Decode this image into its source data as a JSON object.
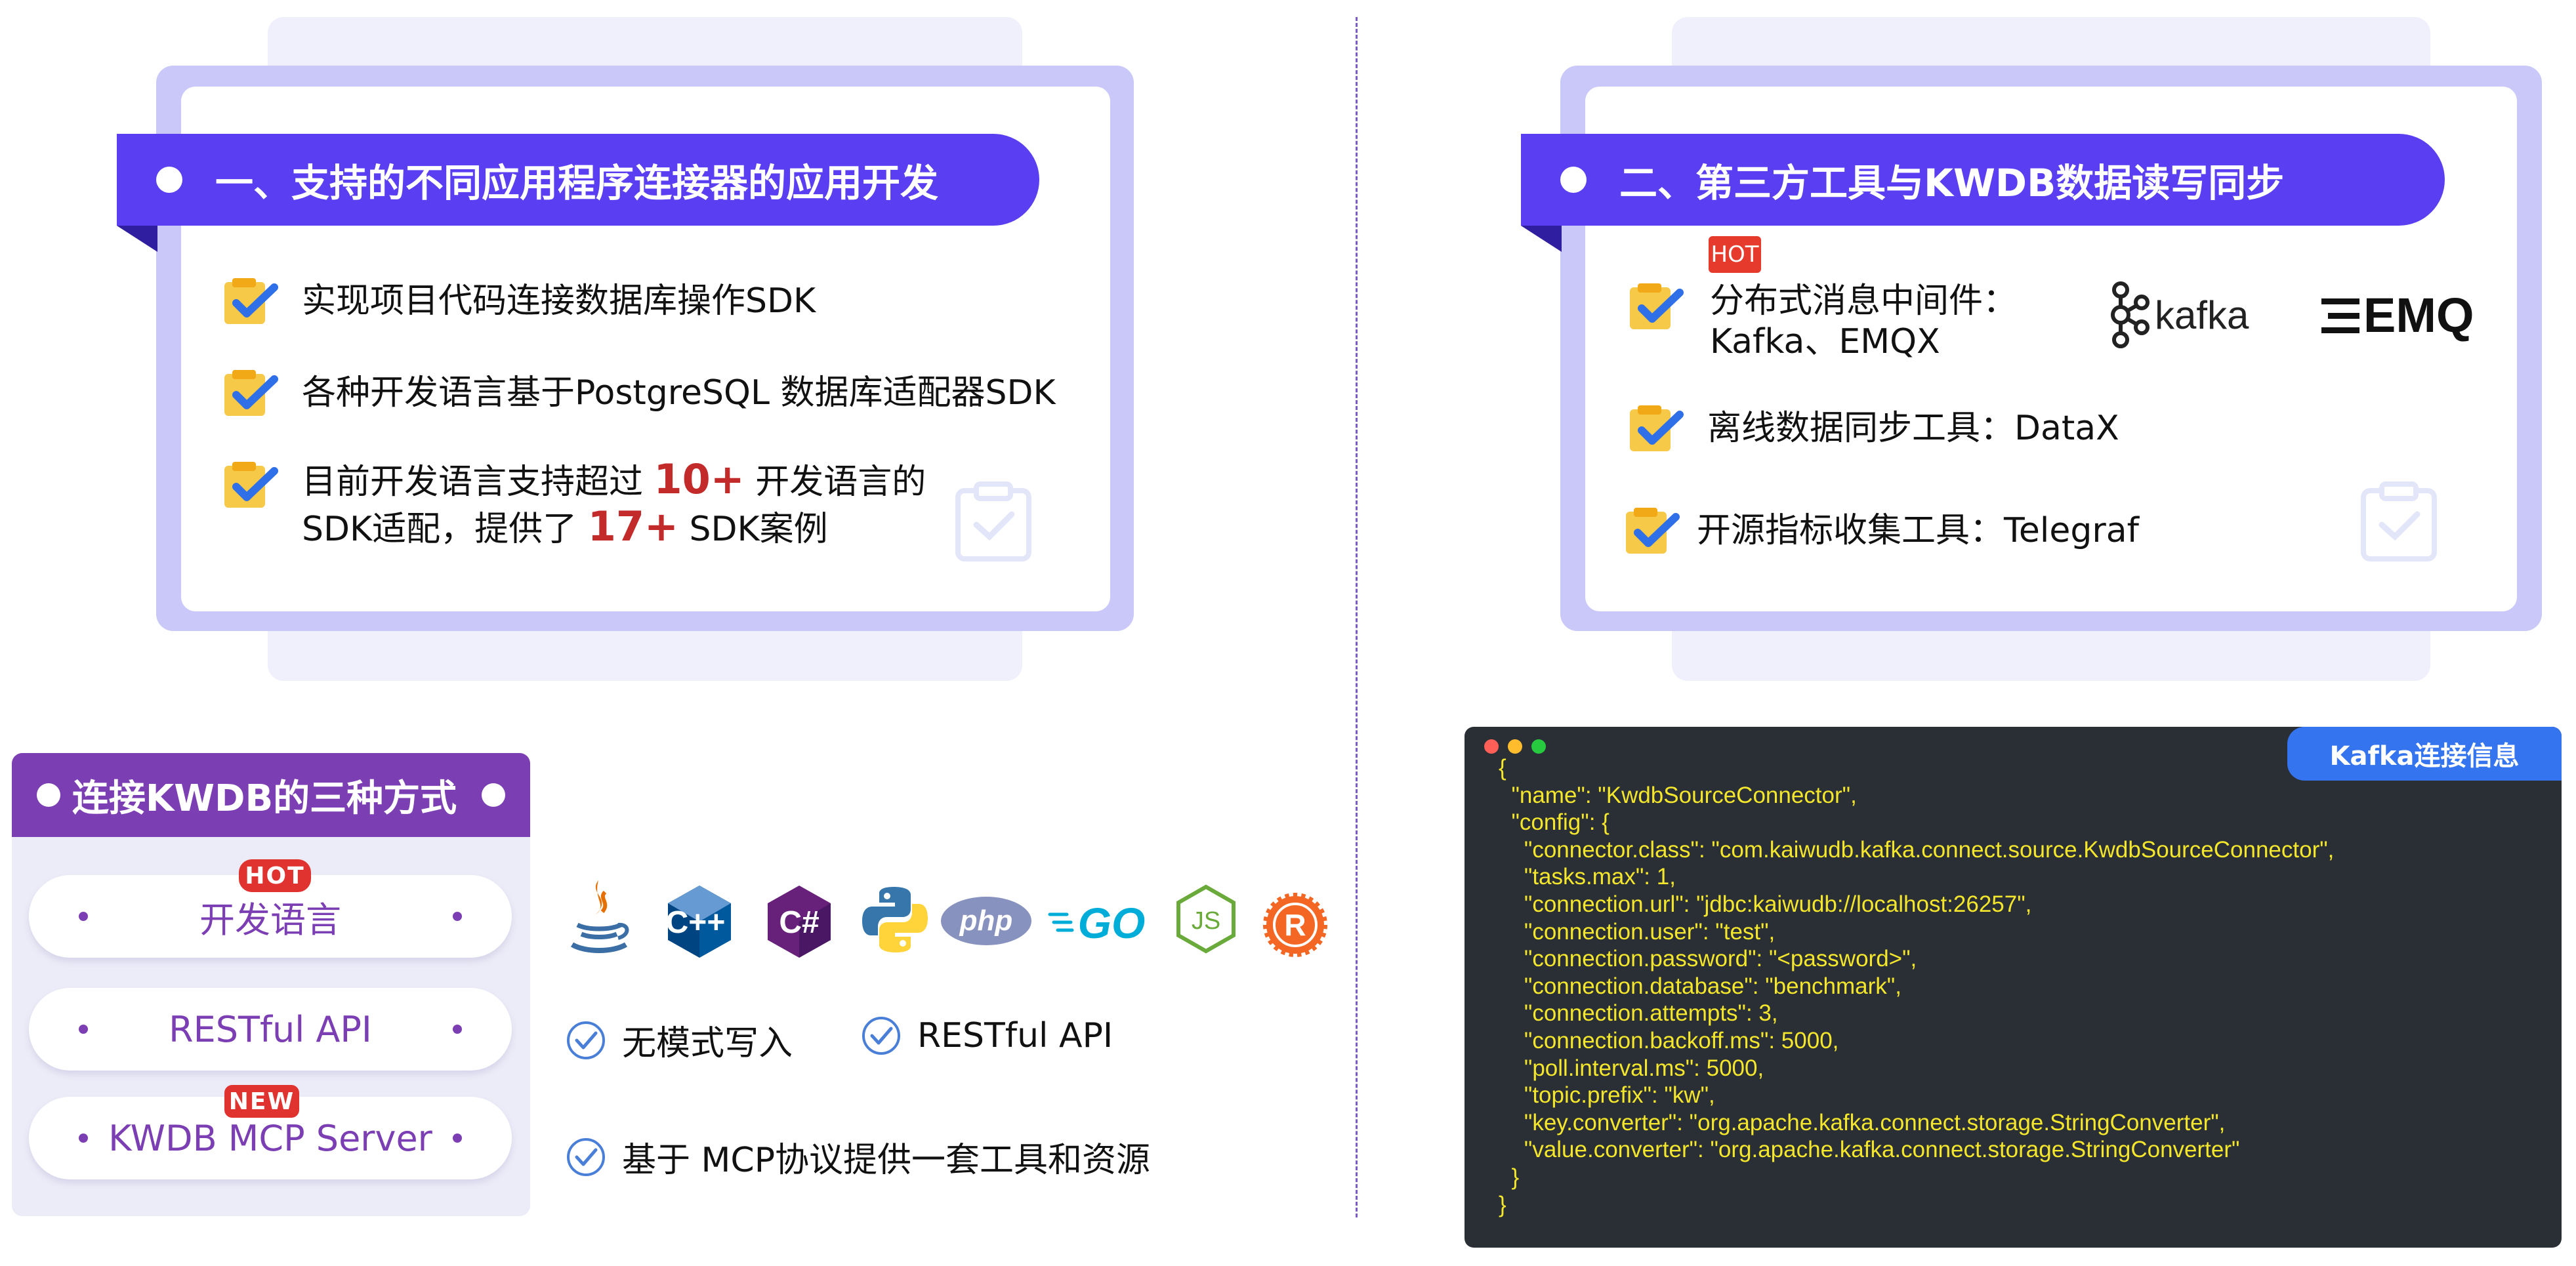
{
  "section_one": {
    "title": "一、支持的不同应用程序连接器的应用开发",
    "items": [
      "实现项目代码连接数据库操作SDK",
      "各种开发语言基于PostgreSQL 数据库适配器SDK"
    ],
    "item3": {
      "line1_pre": "目前开发语言支持超过 ",
      "line1_num": "10+",
      "line1_post": " 开发语言的",
      "line2_pre": "SDK适配，提供了 ",
      "line2_num": "17+",
      "line2_post": " SDK案例"
    }
  },
  "section_two": {
    "title": "二、第三方工具与KWDB数据读写同步",
    "hot_label": "HOT",
    "item1_line1": "分布式消息中间件：",
    "item1_line2": "Kafka、EMQX",
    "item2": "离线数据同步工具：DataX",
    "item3": "开源指标收集工具：Telegraf",
    "logo_kafka": "kafka",
    "logo_emq": "EMQ"
  },
  "connect_panel": {
    "title": "连接KWDB的三种方式",
    "options": [
      {
        "label": "开发语言",
        "badge": "HOT",
        "badge_color": "#e0322f"
      },
      {
        "label": "RESTful API",
        "badge": "",
        "badge_color": ""
      },
      {
        "label": "KWDB MCP Server",
        "badge": "NEW",
        "badge_color": "#e0322f"
      }
    ]
  },
  "language_icons": [
    "java-icon",
    "cpp-icon",
    "csharp-icon",
    "python-icon",
    "php-icon",
    "go-icon",
    "nodejs-icon",
    "rust-icon"
  ],
  "language_labels": {
    "cpp": "C++",
    "csharp": "C#",
    "php": "php",
    "go": "GO",
    "js": "JS",
    "rust": "R"
  },
  "features": [
    "无模式写入",
    "RESTful API",
    "基于 MCP协议提供一套工具和资源"
  ],
  "code_window": {
    "tab_label": "Kafka连接信息",
    "code": "{\n  \"name\": \"KwdbSourceConnector\",\n  \"config\": {\n    \"connector.class\": \"com.kaiwudb.kafka.connect.source.KwdbSourceConnector\",\n    \"tasks.max\": 1,\n    \"connection.url\": \"jdbc:kaiwudb://localhost:26257\",\n    \"connection.user\": \"test\",\n    \"connection.password\": \"<password>\",\n    \"connection.database\": \"benchmark\",\n    \"connection.attempts\": 3,\n    \"connection.backoff.ms\": 5000,\n    \"poll.interval.ms\": 5000,\n    \"topic.prefix\": \"kw\",\n    \"key.converter\": \"org.apache.kafka.connect.storage.StringConverter\",\n    \"value.converter\": \"org.apache.kafka.connect.storage.StringConverter\"\n  }\n}"
  },
  "colors": {
    "ribbon": "#5a3ff2",
    "highlight_number": "#c32a2a",
    "panel_header": "#7b3fb3",
    "code_text": "#f3e62c",
    "code_bg": "#2a2e35",
    "code_tab": "#3474ee"
  }
}
